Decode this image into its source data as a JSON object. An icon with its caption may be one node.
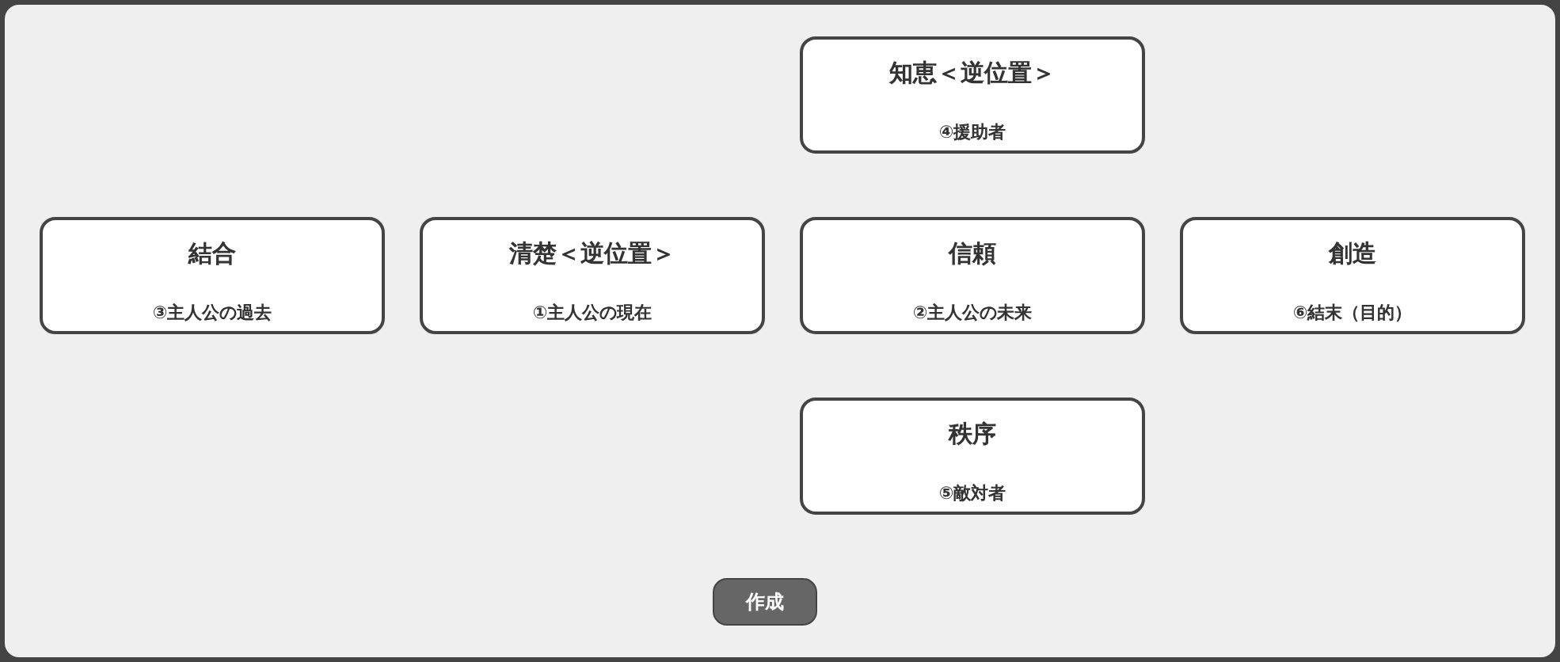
{
  "diagram": {
    "nodes": [
      {
        "text": [
          "知恵＜逆位置＞",
          "④援助者"
        ]
      },
      {
        "text": [
          "結合",
          "③主人公の過去"
        ]
      },
      {
        "text": [
          "清楚＜逆位置＞",
          "①主人公の現在"
        ]
      },
      {
        "text": [
          "信頼",
          "②主人公の未来"
        ]
      },
      {
        "text": [
          "創造",
          "⑥結末（目的）"
        ]
      },
      {
        "text": [
          "秩序",
          "⑤敵対者"
        ]
      }
    ],
    "labels": [
      "作成"
    ]
  }
}
